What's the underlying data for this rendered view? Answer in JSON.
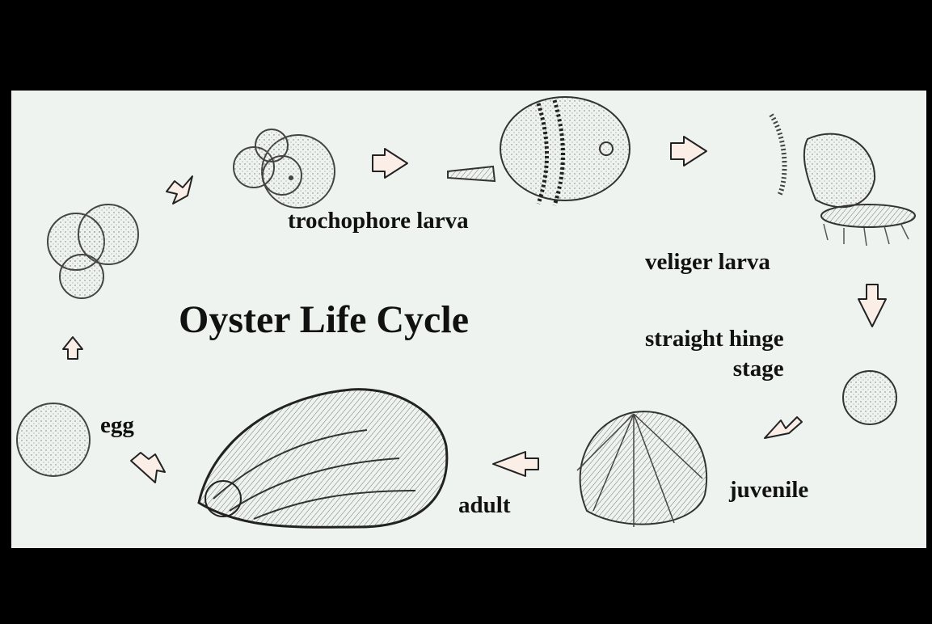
{
  "title": "Oyster Life Cycle",
  "stages": {
    "trochophore": "trochophore larva",
    "veliger": "veliger larva",
    "hinge_line1": "straight hinge",
    "hinge_line2": "stage",
    "juvenile": "juvenile",
    "adult": "adult",
    "egg": "egg"
  },
  "colors": {
    "background": "#eef3ef",
    "frame": "#000000",
    "ink": "#111111",
    "arrow_fill": "#fbeee6"
  }
}
